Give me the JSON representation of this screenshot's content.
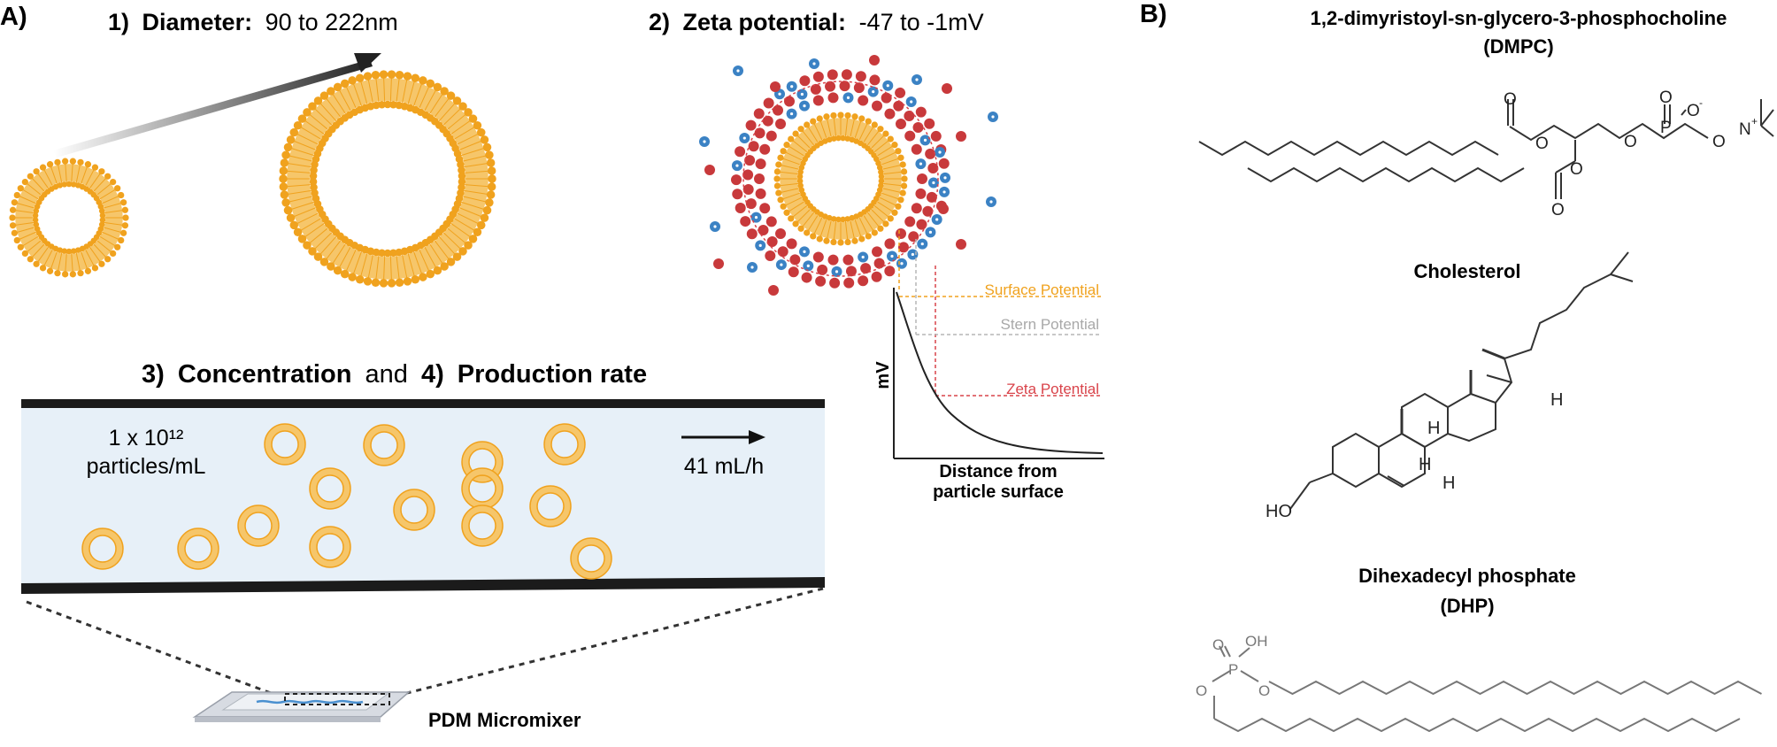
{
  "panelA": {
    "label": "A)",
    "diameter": {
      "num": "1)",
      "term": "Diameter:",
      "value": "90 to 222nm"
    },
    "zeta": {
      "num": "2)",
      "term": "Zeta potential:",
      "value": "-47 to -1mV"
    },
    "potential_plot": {
      "ylabel": "mV",
      "xlabel_line1": "Distance from",
      "xlabel_line2": "particle surface",
      "surface": "Surface Potential",
      "stern": "Stern Potential",
      "zeta": "Zeta Potential"
    },
    "channel": {
      "num3": "3)",
      "term3": "Concentration",
      "joiner": "and",
      "num4": "4)",
      "term4": "Production rate",
      "conc_line1": "1 x 10¹²",
      "conc_line2": "particles/mL",
      "flow": "41 mL/h"
    },
    "device": "PDM Micromixer"
  },
  "panelB": {
    "label": "B)",
    "dmpc_name": "1,2-dimyristoyl-sn-glycero-3-phosphocholine",
    "dmpc_abbr": "(DMPC)",
    "chol_name": "Cholesterol",
    "dhp_name": "Dihexadecyl phosphate",
    "dhp_abbr": "(DHP)",
    "atoms": {
      "O": "O",
      "P": "P",
      "N": "N",
      "plus": "+",
      "minus": "-",
      "H": "H",
      "HO": "HO",
      "OH": "OH"
    }
  },
  "colors": {
    "lipid": "#f0a21e",
    "lipid_light": "#f6c66a",
    "anion": "#c8393b",
    "cation": "#3b82c4",
    "surface_line": "#f0a21e",
    "stern_line": "#b5b5b5",
    "zeta_line": "#d9434a",
    "channel_fill": "#e7f0f8"
  }
}
